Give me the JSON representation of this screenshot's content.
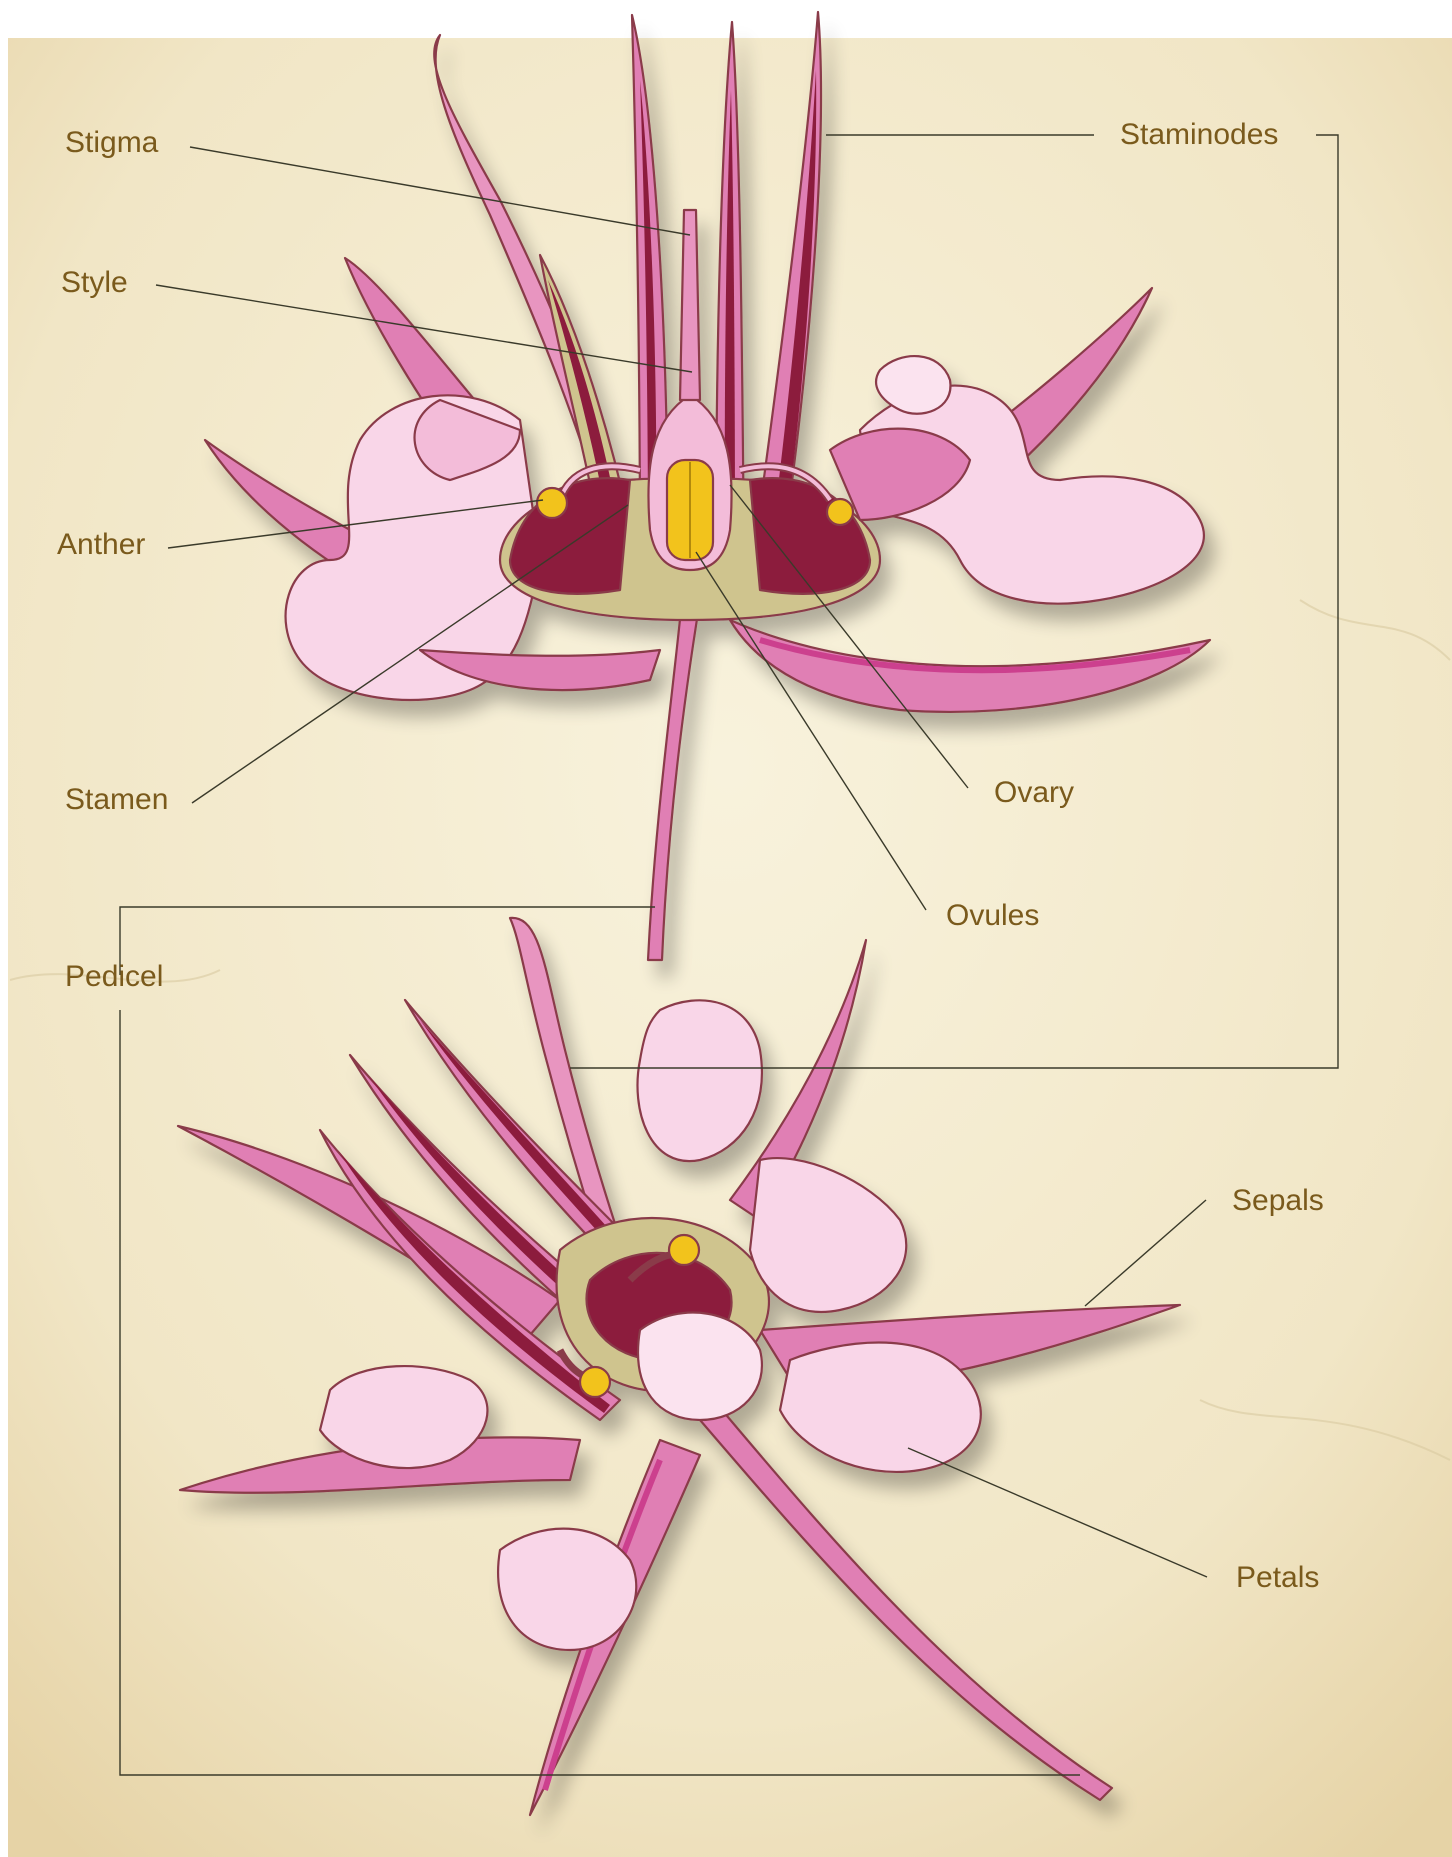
{
  "labels": {
    "stigma": "Stigma",
    "style": "Style",
    "anther": "Anther",
    "stamen": "Stamen",
    "pedicel": "Pedicel",
    "staminodes": "Staminodes",
    "ovary": "Ovary",
    "ovules": "Ovules",
    "sepals": "Sepals",
    "petals": "Petals"
  },
  "colors": {
    "paper": "#f3ead0",
    "label_text": "#7a5a1c",
    "leader_line": "#3a3a2a",
    "pink": "#e07fb4",
    "light_pink": "#f9d6e8",
    "magenta": "#cc3f8e",
    "maroon": "#8c1c3c",
    "olive": "#cfc48e",
    "yellow": "#f2c31e",
    "outline": "#8a3a4a"
  },
  "icons": {
    "top_flower": "flower-cross-section-icon",
    "bottom_flower": "flower-whole-icon"
  }
}
